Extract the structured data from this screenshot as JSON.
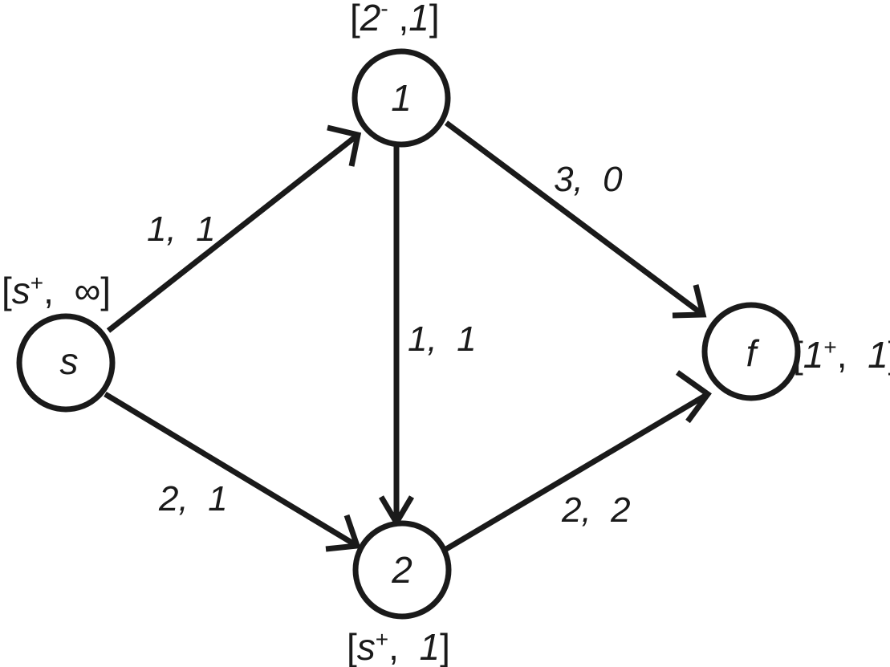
{
  "nodes": {
    "s": {
      "label": "s"
    },
    "n1": {
      "label": "1"
    },
    "n2": {
      "label": "2"
    },
    "f": {
      "label": "f"
    }
  },
  "edges": {
    "s_1": {
      "label": "1,  1"
    },
    "s_2": {
      "label": "2,  1"
    },
    "1_2": {
      "label": "1,  1"
    },
    "1_f": {
      "label": "3,  0"
    },
    "2_f": {
      "label": "2,  2"
    }
  },
  "marks": {
    "s": {
      "open": "[",
      "from": "s",
      "sign": "+",
      "sep": ",  ",
      "value": "∞",
      "close": "]"
    },
    "n1": {
      "open": "[",
      "from": "2",
      "sign": "-",
      "sep": " ,",
      "value": "1",
      "close": "]"
    },
    "n2": {
      "open": "[",
      "from": "s",
      "sign": "+",
      "sep": ",  ",
      "value": "1",
      "close": "]"
    },
    "f": {
      "open": "[",
      "from": "1",
      "sign": "+",
      "sep": ",  ",
      "value": "1",
      "close": "]"
    }
  }
}
